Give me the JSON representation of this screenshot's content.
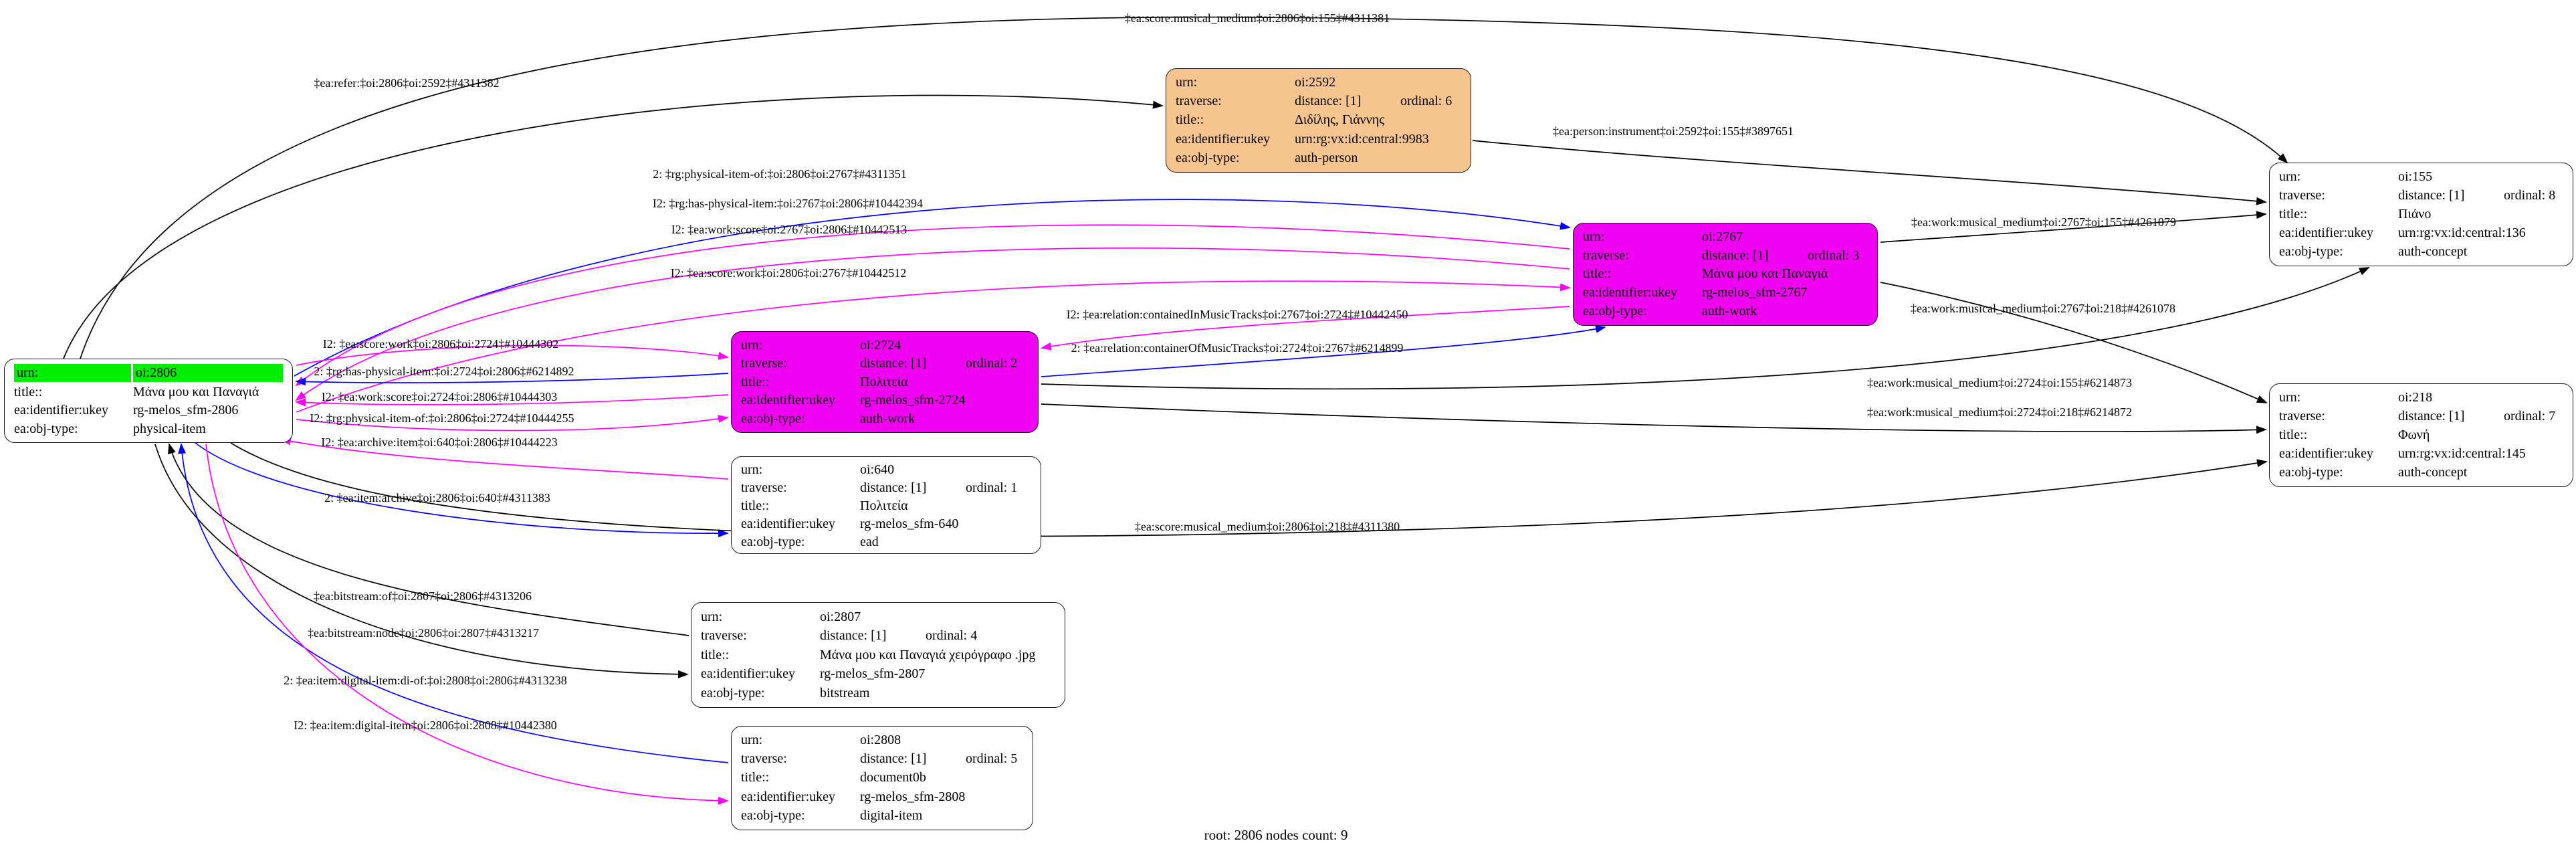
{
  "caption": "root: 2806 nodes count: 9",
  "colors": {
    "root_green": "#00EE00",
    "person_orange": "#F6C58F",
    "work_magenta": "#F101F1",
    "node_white": "#FFFFFF",
    "edge_black": "#000000",
    "edge_blue": "#0000FF",
    "edge_magenta": "#FF00FF"
  },
  "keys": {
    "urn": "urn:",
    "traverse": "traverse:",
    "title": "title::",
    "ukey": "ea:identifier:ukey",
    "objtype": "ea:obj-type:"
  },
  "nodes": [
    {
      "urn": "oi:2806",
      "title": "Μάνα μου και Παναγιά",
      "ukey": "rg-melos_sfm-2806",
      "objtype": "physical-item"
    },
    {
      "urn": "oi:2592",
      "distance": "distance: [1]",
      "ordinal": "ordinal: 6",
      "title": "Διδίλης, Γιάννης",
      "ukey": "urn:rg:vx:id:central:9983",
      "objtype": "auth-person"
    },
    {
      "urn": "oi:2767",
      "distance": "distance: [1]",
      "ordinal": "ordinal: 3",
      "title": "Μάνα μου και Παναγιά",
      "ukey": "rg-melos_sfm-2767",
      "objtype": "auth-work"
    },
    {
      "urn": "oi:2724",
      "distance": "distance: [1]",
      "ordinal": "ordinal: 2",
      "title": "Πολιτεία",
      "ukey": "rg-melos_sfm-2724",
      "objtype": "auth-work"
    },
    {
      "urn": "oi:640",
      "distance": "distance: [1]",
      "ordinal": "ordinal: 1",
      "title": "Πολιτεία",
      "ukey": "rg-melos_sfm-640",
      "objtype": "ead"
    },
    {
      "urn": "oi:2807",
      "distance": "distance: [1]",
      "ordinal": "ordinal: 4",
      "title": "Μάνα μου και Παναγιά χειρόγραφο .jpg",
      "ukey": "rg-melos_sfm-2807",
      "objtype": "bitstream"
    },
    {
      "urn": "oi:2808",
      "distance": "distance: [1]",
      "ordinal": "ordinal: 5",
      "title": "document0b",
      "ukey": "rg-melos_sfm-2808",
      "objtype": "digital-item"
    },
    {
      "urn": "oi:155",
      "distance": "distance: [1]",
      "ordinal": "ordinal: 8",
      "title": "Πιάνο",
      "ukey": "urn:rg:vx:id:central:136",
      "objtype": "auth-concept"
    },
    {
      "urn": "oi:218",
      "distance": "distance: [1]",
      "ordinal": "ordinal: 7",
      "title": "Φωνή",
      "ukey": "urn:rg:vx:id:central:145",
      "objtype": "auth-concept"
    }
  ],
  "edges": [
    {
      "label": "‡ea:score:musical_medium‡oi:2806‡oi:155‡#4311381",
      "color": "#000000"
    },
    {
      "label": "‡ea:refer:‡oi:2806‡oi:2592‡#4311382",
      "color": "#000000"
    },
    {
      "label": "‡ea:person:instrument‡oi:2592‡oi:155‡#3897651",
      "color": "#000000"
    },
    {
      "label": "2: ‡rg:physical-item-of:‡oi:2806‡oi:2767‡#4311351",
      "color": "#0000FF"
    },
    {
      "label": "I2: ‡rg:has-physical-item:‡oi:2767‡oi:2806‡#10442394",
      "color": "#FF00FF"
    },
    {
      "label": "I2: ‡ea:work:score‡oi:2767‡oi:2806‡#10442513",
      "color": "#FF00FF"
    },
    {
      "label": "I2: ‡ea:score:work‡oi:2806‡oi:2767‡#10442512",
      "color": "#FF00FF"
    },
    {
      "label": "‡ea:work:musical_medium‡oi:2767‡oi:155‡#4261079",
      "color": "#000000"
    },
    {
      "label": "‡ea:work:musical_medium‡oi:2767‡oi:218‡#4261078",
      "color": "#000000"
    },
    {
      "label": "I2: ‡ea:relation:containedInMusicTracks‡oi:2767‡oi:2724‡#10442450",
      "color": "#FF00FF"
    },
    {
      "label": "2: ‡ea:relation:containerOfMusicTracks‡oi:2724‡oi:2767‡#6214899",
      "color": "#0000FF"
    },
    {
      "label": "I2: ‡ea:score:work‡oi:2806‡oi:2724‡#10444302",
      "color": "#FF00FF"
    },
    {
      "label": "2: ‡rg:has-physical-item:‡oi:2724‡oi:2806‡#6214892",
      "color": "#0000FF"
    },
    {
      "label": "I2: ‡ea:work:score‡oi:2724‡oi:2806‡#10444303",
      "color": "#FF00FF"
    },
    {
      "label": "I2: ‡rg:physical-item-of:‡oi:2806‡oi:2724‡#10444255",
      "color": "#FF00FF"
    },
    {
      "label": "I2: ‡ea:archive:item‡oi:640‡oi:2806‡#10444223",
      "color": "#FF00FF"
    },
    {
      "label": "2: ‡ea:item:archive‡oi:2806‡oi:640‡#4311383",
      "color": "#0000FF"
    },
    {
      "label": "‡ea:work:musical_medium‡oi:2724‡oi:155‡#6214873",
      "color": "#000000"
    },
    {
      "label": "‡ea:work:musical_medium‡oi:2724‡oi:218‡#6214872",
      "color": "#000000"
    },
    {
      "label": "‡ea:score:musical_medium‡oi:2806‡oi:218‡#4311380",
      "color": "#000000"
    },
    {
      "label": "‡ea:bitstream:of‡oi:2807‡oi:2806‡#4313206",
      "color": "#000000"
    },
    {
      "label": "‡ea:bitstream:node‡oi:2806‡oi:2807‡#4313217",
      "color": "#000000"
    },
    {
      "label": "2: ‡ea:item:digital-item:di-of:‡oi:2808‡oi:2806‡#4313238",
      "color": "#0000FF"
    },
    {
      "label": "I2: ‡ea:item:digital-item‡oi:2806‡oi:2808‡#10442380",
      "color": "#FF00FF"
    }
  ]
}
